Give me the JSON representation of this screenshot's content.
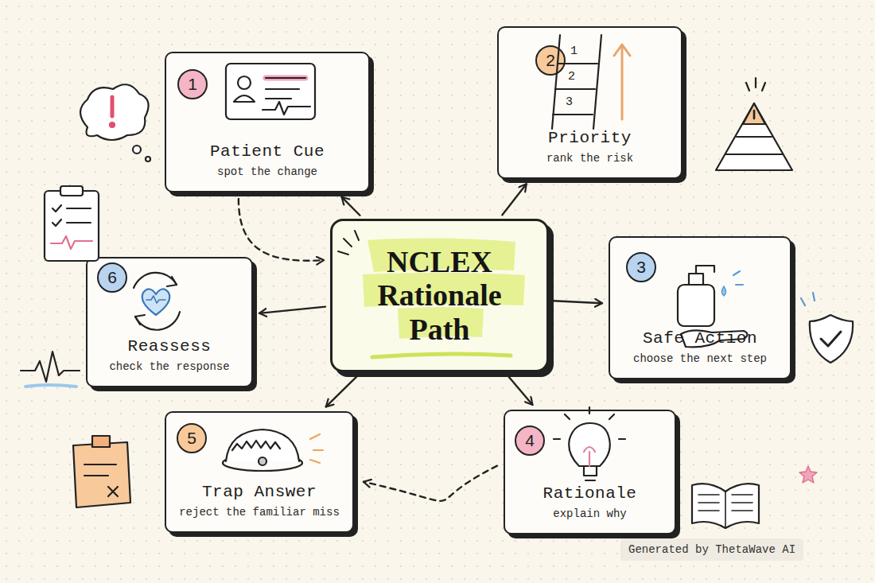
{
  "diagram": {
    "nodes": [
      {
        "text": [
          "NCLEX Rationale Path"
        ]
      },
      {
        "text": [
          "Patient Cue",
          "spot the change"
        ]
      },
      {
        "text": [
          "1"
        ],
        "in": 1
      },
      {
        "text": [
          "Priority",
          "rank the risk"
        ]
      },
      {
        "text": [
          "2"
        ],
        "in": 3
      },
      {
        "text": [
          "Safe Action",
          "choose the next step"
        ]
      },
      {
        "text": [
          "3"
        ],
        "in": 5
      },
      {
        "text": [
          "Rationale",
          "explain why"
        ]
      },
      {
        "text": [
          "4"
        ],
        "in": 7
      },
      {
        "text": [
          "Trap Answer",
          "reject the familiar miss"
        ]
      },
      {
        "text": [
          "5"
        ],
        "in": 9
      },
      {
        "text": [
          "Reassess",
          "check the response"
        ]
      },
      {
        "text": [
          "6"
        ],
        "in": 11
      }
    ],
    "edges": [
      {
        "from": 0,
        "to": 1,
        "arrow": "to"
      },
      {
        "from": 0,
        "to": 3,
        "arrow": "to"
      },
      {
        "from": 0,
        "to": 5,
        "arrow": "to"
      },
      {
        "from": 0,
        "to": 7,
        "arrow": "to"
      },
      {
        "from": 0,
        "to": 9,
        "arrow": "to"
      },
      {
        "from": 0,
        "to": 11,
        "arrow": "to"
      },
      {
        "from": 1,
        "to": 0,
        "arrow": "to"
      },
      {
        "from": 7,
        "to": 9,
        "arrow": "to"
      }
    ],
    "labels": [
      "1",
      "2",
      "3",
      "Generated by ThetaWave AI"
    ]
  }
}
